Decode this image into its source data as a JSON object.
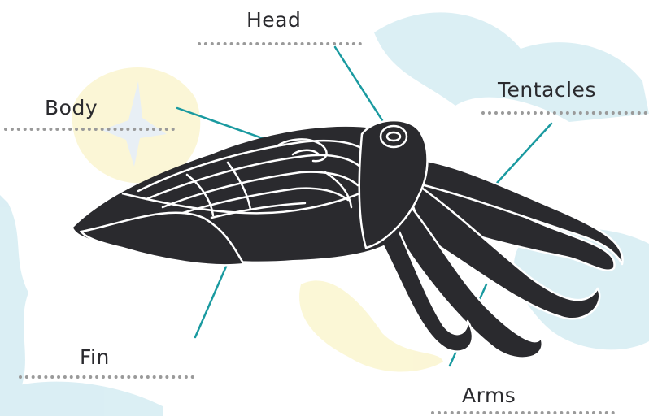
{
  "diagram": {
    "labels": {
      "head": "Head",
      "body": "Body",
      "tentacles": "Tentacles",
      "fin": "Fin",
      "arms": "Arms"
    },
    "colors": {
      "creature": "#2a2a2e",
      "pointer": "#1a9aa0",
      "dots": "#9a9a9a",
      "background_teal": "#d7edf3",
      "background_yellow": "#fbf6d2"
    }
  }
}
